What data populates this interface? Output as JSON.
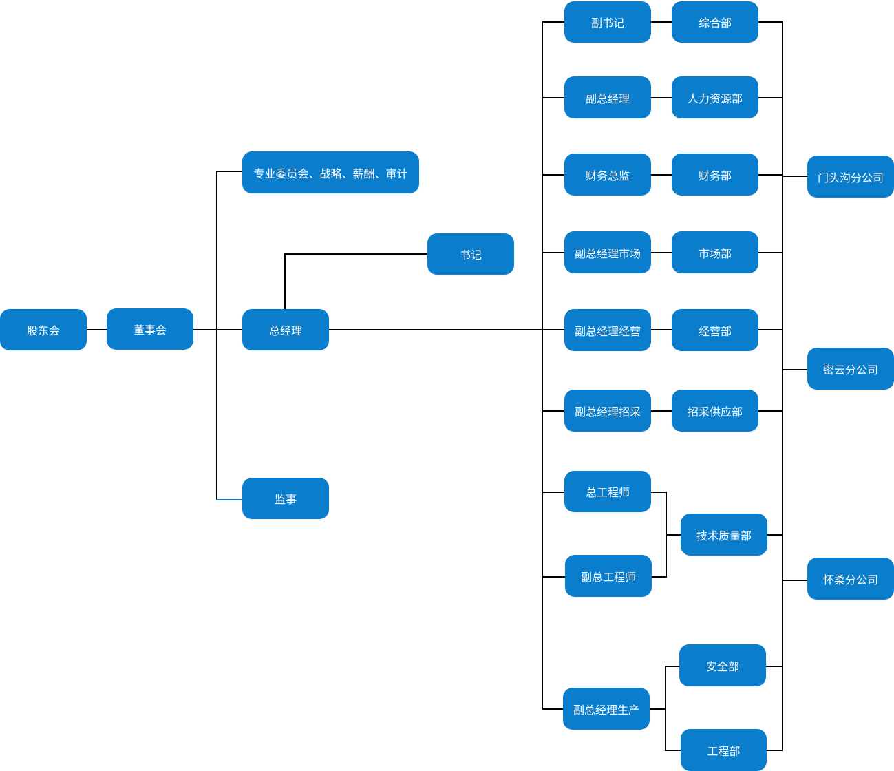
{
  "colors": {
    "node_fill": "#0a7dcc",
    "node_text": "#ffffff",
    "connector": "#000000",
    "connector_accent": "#0a7dcc"
  },
  "nodes": {
    "gudonghui": "股东会",
    "dongshihui": "董事会",
    "zhuanye": "专业委员会、战略、薪酬、审计",
    "zongjingli": "总经理",
    "jianshi": "监事",
    "shuji": "书记",
    "fushuji": "副书记",
    "fuzong": "副总经理",
    "caiwuzongjian": "财务总监",
    "fuzong_shichang": "副总经理市场",
    "fuzong_jingying": "副总经理经营",
    "fuzong_zhaocai": "副总经理招采",
    "zonggongchengshi": "总工程师",
    "fuzonggongchengshi": "副总工程师",
    "fuzong_shengchan": "副总经理生产",
    "zonghebu": "综合部",
    "renlibu": "人力资源部",
    "caiwubu": "财务部",
    "shichangbu": "市场部",
    "jingyingbu": "经营部",
    "zhaocaibu": "招采供应部",
    "jishubu": "技术质量部",
    "anquanbu": "安全部",
    "gongchengbu": "工程部",
    "mentougou": "门头沟分公司",
    "miyun": "密云分公司",
    "huairou": "怀柔分公司"
  }
}
